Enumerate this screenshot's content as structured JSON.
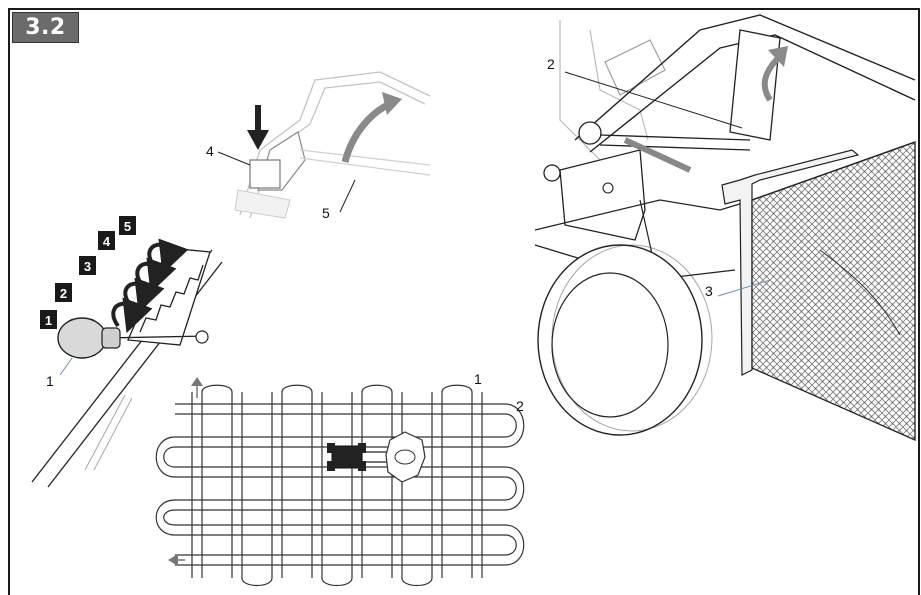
{
  "section_badge": "3.2",
  "callouts": {
    "handle_knob": "1",
    "handle_pedal": "4",
    "handle_lever": "5",
    "deck_lever": "2",
    "grass_bag": "3",
    "pattern_path_1": "1",
    "pattern_path_2": "2"
  },
  "steps": [
    "1",
    "2",
    "3",
    "4",
    "5"
  ],
  "colors": {
    "badge_bg": "#6b6b6b",
    "line": "#222222",
    "faint_line": "#bdbdbd",
    "arrow_grey": "#8a8a8a",
    "mesh": "#9a9a9a"
  }
}
